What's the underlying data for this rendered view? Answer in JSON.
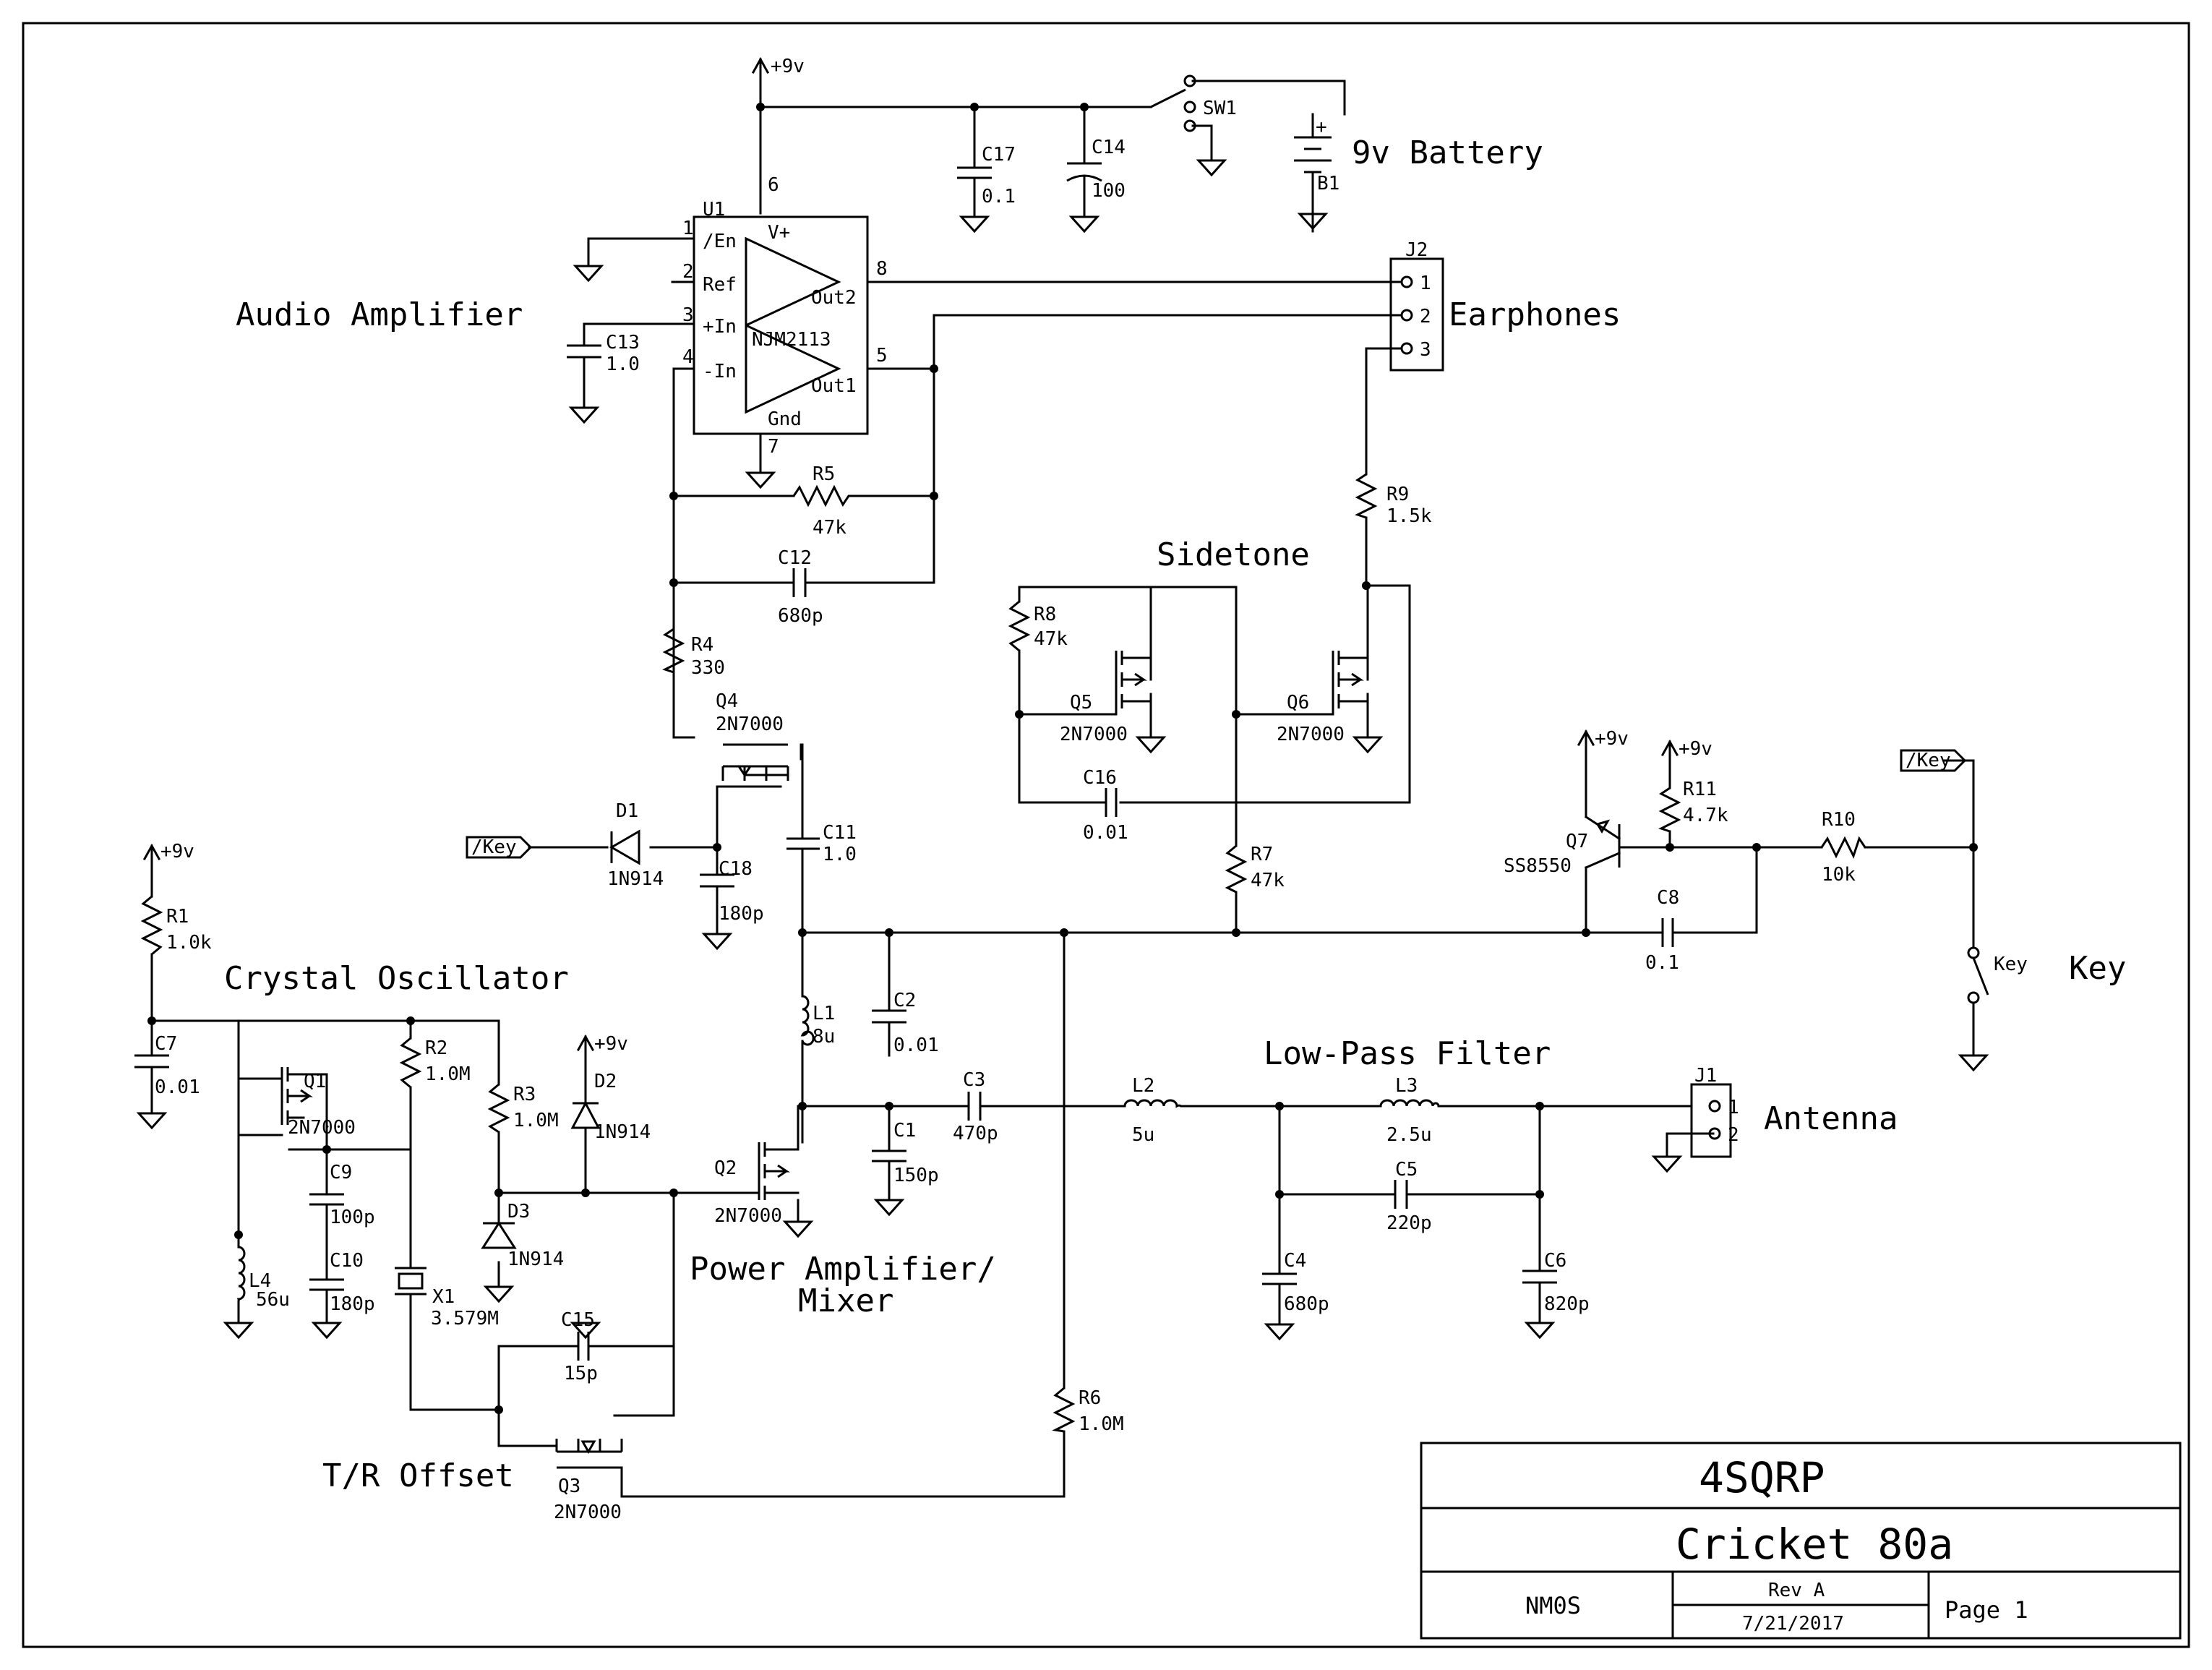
{
  "sections": {
    "audio_amplifier": "Audio Amplifier",
    "earphones": "Earphones",
    "sidetone": "Sidetone",
    "battery": "9v Battery",
    "crystal_oscillator": "Crystal Oscillator",
    "low_pass_filter": "Low-Pass Filter",
    "antenna": "Antenna",
    "key": "Key",
    "pa_line1": "Power Amplifier/",
    "pa_line2": "Mixer",
    "tr_offset": "T/R Offset"
  },
  "title_block": {
    "org": "4SQRP",
    "title": "Cricket 80a",
    "author": "NM0S",
    "rev": "Rev A",
    "date": "7/21/2017",
    "page": "Page 1"
  },
  "ic": {
    "ref": "U1",
    "part": "NJM2113",
    "pins": {
      "en": "/En",
      "ref": "Ref",
      "inp": "+In",
      "inn": "-In",
      "vplus": "V+",
      "gnd": "Gnd",
      "out1": "Out1",
      "out2": "Out2"
    },
    "pin_numbers": {
      "p1": "1",
      "p2": "2",
      "p3": "3",
      "p4": "4",
      "p5": "5",
      "p6": "6",
      "p7": "7",
      "p8": "8"
    }
  },
  "connectors": {
    "j2": {
      "ref": "J2",
      "pins": [
        "1",
        "2",
        "3"
      ]
    },
    "j1": {
      "ref": "J1",
      "pins": [
        "1",
        "2"
      ]
    }
  },
  "power_labels": {
    "vcc": "+9v"
  },
  "net_labels": {
    "key": "/Key"
  },
  "components": {
    "SW1": {
      "ref": "SW1"
    },
    "B1": {
      "ref": "B1",
      "plus": "+"
    },
    "C17": {
      "ref": "C17",
      "value": "0.1"
    },
    "C14": {
      "ref": "C14",
      "value": "100"
    },
    "C13": {
      "ref": "C13",
      "value": "1.0"
    },
    "R5": {
      "ref": "R5",
      "value": "47k"
    },
    "C12": {
      "ref": "C12",
      "value": "680p"
    },
    "R4": {
      "ref": "R4",
      "value": "330"
    },
    "Q4": {
      "ref": "Q4",
      "value": "2N7000"
    },
    "D1": {
      "ref": "D1",
      "value": "1N914"
    },
    "C18": {
      "ref": "C18",
      "value": "180p"
    },
    "C11": {
      "ref": "C11",
      "value": "1.0"
    },
    "R9": {
      "ref": "R9",
      "value": "1.5k"
    },
    "R8": {
      "ref": "R8",
      "value": "47k"
    },
    "Q5": {
      "ref": "Q5",
      "value": "2N7000"
    },
    "Q6": {
      "ref": "Q6",
      "value": "2N7000"
    },
    "C16": {
      "ref": "C16",
      "value": "0.01"
    },
    "R7": {
      "ref": "R7",
      "value": "47k"
    },
    "Q7": {
      "ref": "Q7",
      "value": "SS8550"
    },
    "R11": {
      "ref": "R11",
      "value": "4.7k"
    },
    "R10": {
      "ref": "R10",
      "value": "10k"
    },
    "C8": {
      "ref": "C8",
      "value": "0.1"
    },
    "R1": {
      "ref": "R1",
      "value": "1.0k"
    },
    "C7": {
      "ref": "C7",
      "value": "0.01"
    },
    "Q1": {
      "ref": "Q1",
      "value": "2N7000"
    },
    "R2": {
      "ref": "R2",
      "value": "1.0M"
    },
    "R3": {
      "ref": "R3",
      "value": "1.0M"
    },
    "D2": {
      "ref": "D2",
      "value": "1N914"
    },
    "D3": {
      "ref": "D3",
      "value": "1N914"
    },
    "C9": {
      "ref": "C9",
      "value": "100p"
    },
    "C10": {
      "ref": "C10",
      "value": "180p"
    },
    "L4": {
      "ref": "L4",
      "value": "56u"
    },
    "X1": {
      "ref": "X1",
      "value": "3.579M"
    },
    "C15": {
      "ref": "C15",
      "value": "15p"
    },
    "Q3": {
      "ref": "Q3",
      "value": "2N7000"
    },
    "Q2": {
      "ref": "Q2",
      "value": "2N7000"
    },
    "L1": {
      "ref": "L1",
      "value": "8u"
    },
    "C2": {
      "ref": "C2",
      "value": "0.01"
    },
    "C1": {
      "ref": "C1",
      "value": "150p"
    },
    "C3": {
      "ref": "C3",
      "value": "470p"
    },
    "L2": {
      "ref": "L2",
      "value": "5u"
    },
    "L3": {
      "ref": "L3",
      "value": "2.5u"
    },
    "C5": {
      "ref": "C5",
      "value": "220p"
    },
    "C4": {
      "ref": "C4",
      "value": "680p"
    },
    "C6": {
      "ref": "C6",
      "value": "820p"
    },
    "R6": {
      "ref": "R6",
      "value": "1.0M"
    },
    "KEY": {
      "ref": "Key"
    }
  }
}
